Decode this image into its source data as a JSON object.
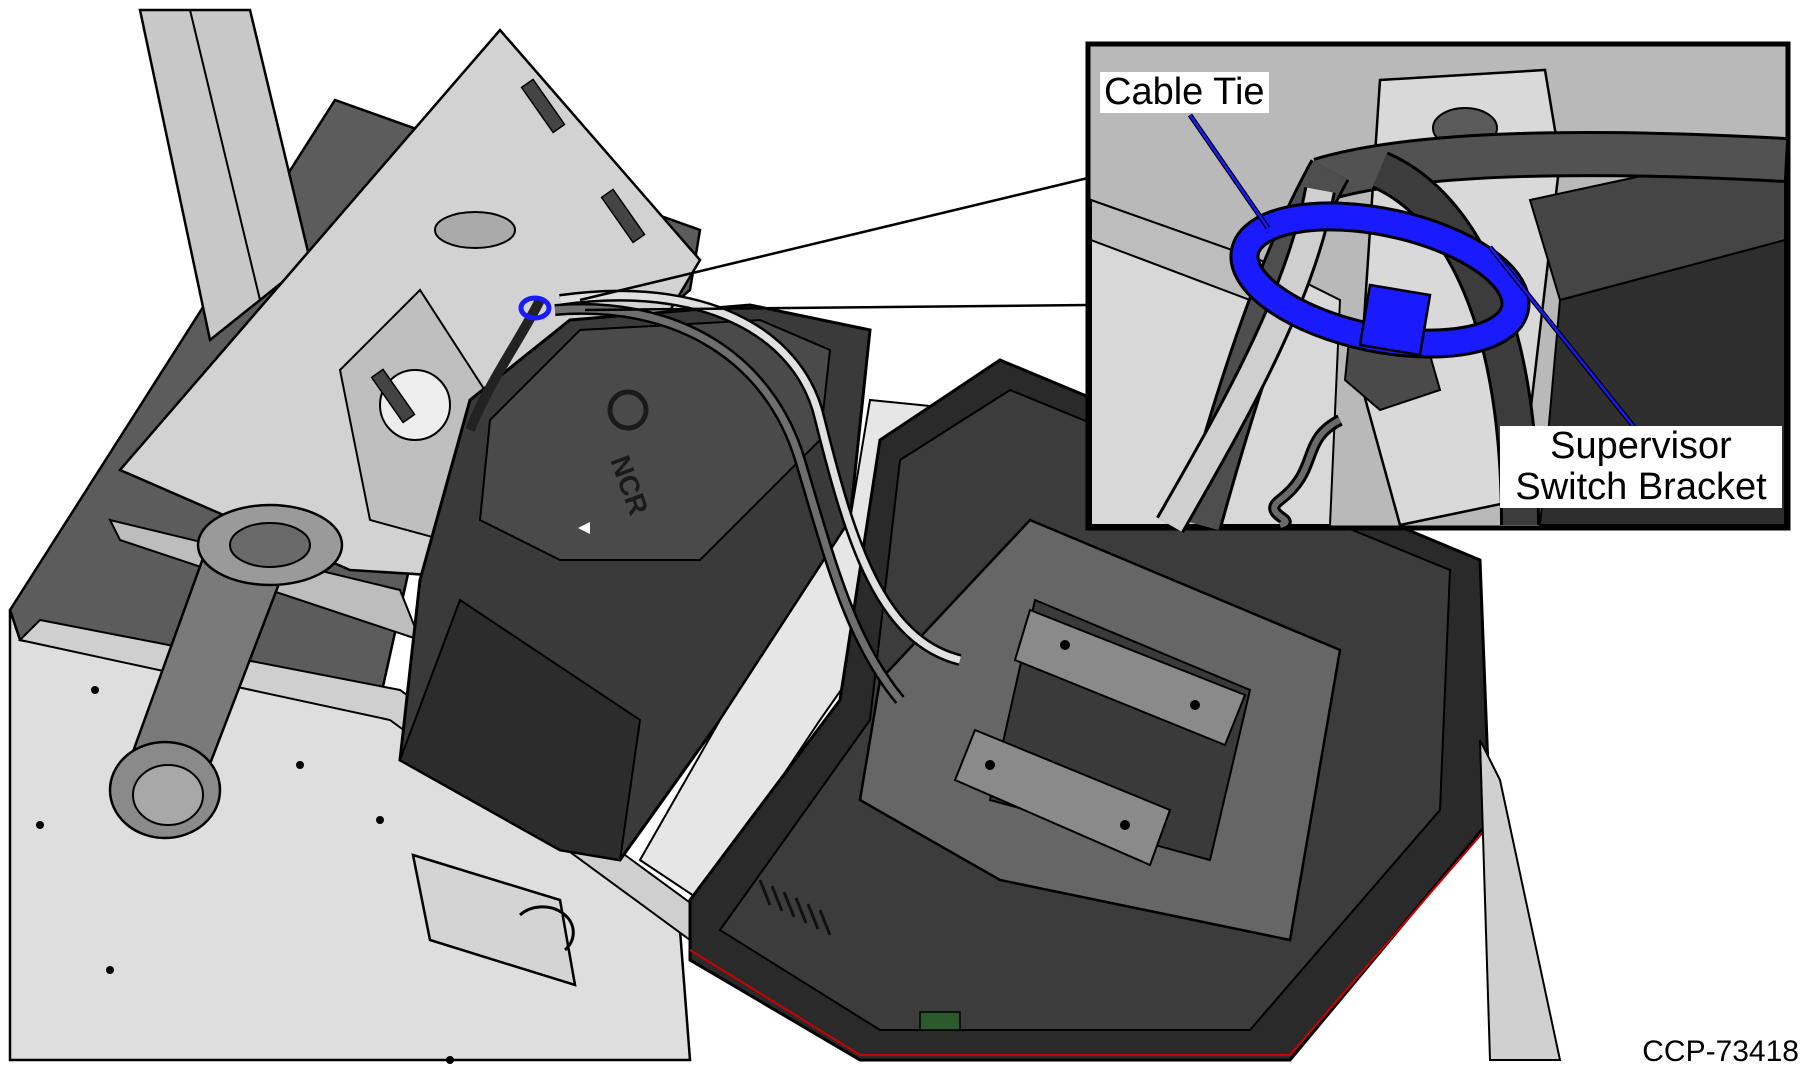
{
  "figure": {
    "callouts": {
      "cable_tie": "Cable Tie",
      "supervisor_line1": "Supervisor",
      "supervisor_line2": "Switch Bracket"
    },
    "figure_code": "CCP-73418",
    "brand_mark": "NCR",
    "colors": {
      "cable_tie": "#1a1aff",
      "leader_line": "#0000cc",
      "dark_housing": "#3a3a3a",
      "light_panel": "#d9d9d9",
      "accent_edge": "#cc0000"
    }
  }
}
